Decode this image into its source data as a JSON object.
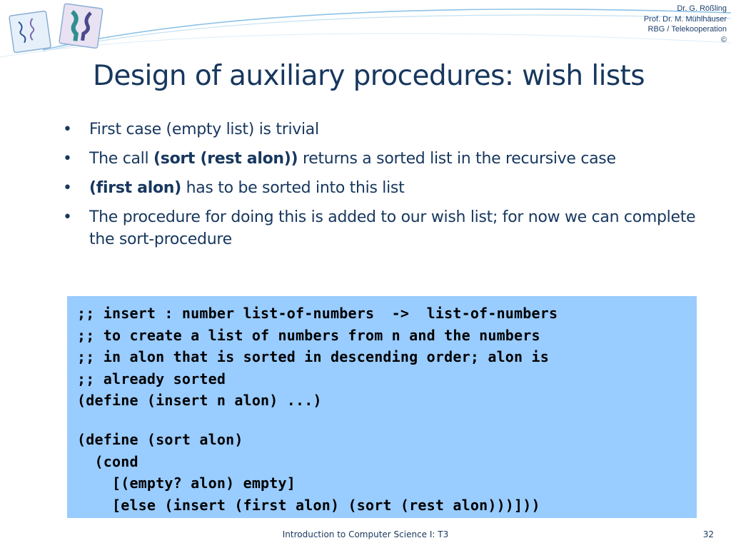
{
  "header": {
    "credits": [
      "Dr. G. Rößling",
      "Prof. Dr. M. Mühlhäuser",
      "RBG / Telekooperation",
      "©"
    ]
  },
  "slide": {
    "title": "Design of auxiliary procedures: wish lists",
    "bullets": [
      {
        "parts": [
          {
            "text": "First case (empty list) is trivial",
            "bold": false
          }
        ]
      },
      {
        "parts": [
          {
            "text": "The call ",
            "bold": false
          },
          {
            "text": "(sort (rest alon))",
            "bold": true
          },
          {
            "text": " returns a sorted list in the recursive case",
            "bold": false
          }
        ]
      },
      {
        "parts": [
          {
            "text": "(first alon)",
            "bold": true
          },
          {
            "text": " has to be sorted into this list",
            "bold": false
          }
        ]
      },
      {
        "parts": [
          {
            "text": "The procedure for doing this is added to our wish list; for now we can complete the sort-procedure",
            "bold": false
          }
        ]
      }
    ],
    "code_block_1": ";; insert : number list-of-numbers  ->  list-of-numbers\n;; to create a list of numbers from n and the numbers\n;; in alon that is sorted in descending order; alon is\n;; already sorted\n(define (insert n alon) ...)",
    "code_block_2": "(define (sort alon)\n  (cond\n    [(empty? alon) empty]\n    [else (insert (first alon) (sort (rest alon)))]))"
  },
  "footer": {
    "course_title": "Introduction to Computer Science I: T3",
    "page_number": "32"
  },
  "colors": {
    "title": "#17375e",
    "code_background": "#99ccff",
    "header_line": "#7fb2d8"
  }
}
